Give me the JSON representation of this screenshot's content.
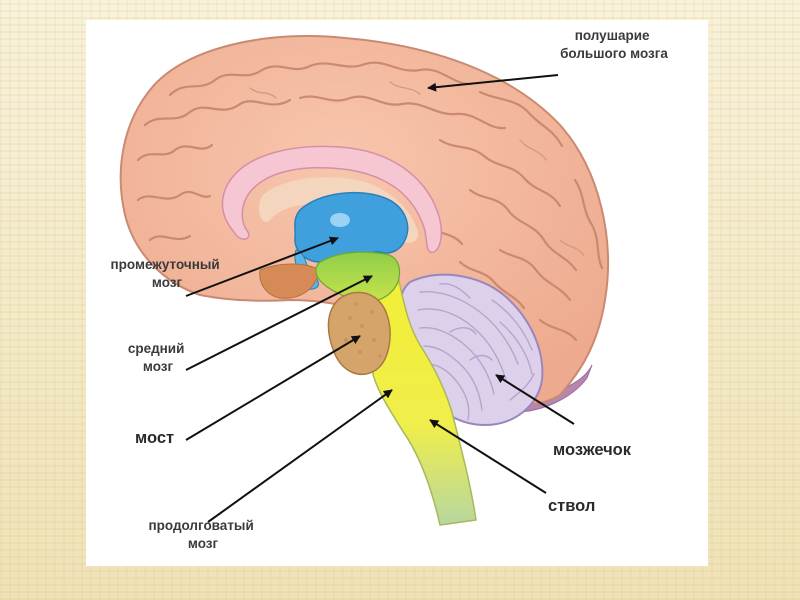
{
  "labels": {
    "hemisphere": [
      "полушарие",
      "большого мозга"
    ],
    "diencephalon": [
      "промежуточный",
      "мозг"
    ],
    "midbrain": [
      "средний",
      "мозг"
    ],
    "pons": "мост",
    "medulla": [
      "продолговатый",
      "мозг"
    ],
    "cerebellum": "мозжечок",
    "brainstem": "ствол"
  },
  "colors": {
    "slide_background": "#f6efd5",
    "cortex": "#f2b9a0",
    "cortex_outline": "#c98a71",
    "corpus_callosum": "#f6c6d2",
    "diencephalon": "#3fa0dd",
    "midbrain": "#9bd247",
    "brainstem": "#f3ef35",
    "brainstem_lower": "#c9dd6a",
    "pons": "#d4a46a",
    "cerebellum": "#dcd0ea",
    "cerebellum_outline": "#9a86bd",
    "arrow": "#111111"
  }
}
